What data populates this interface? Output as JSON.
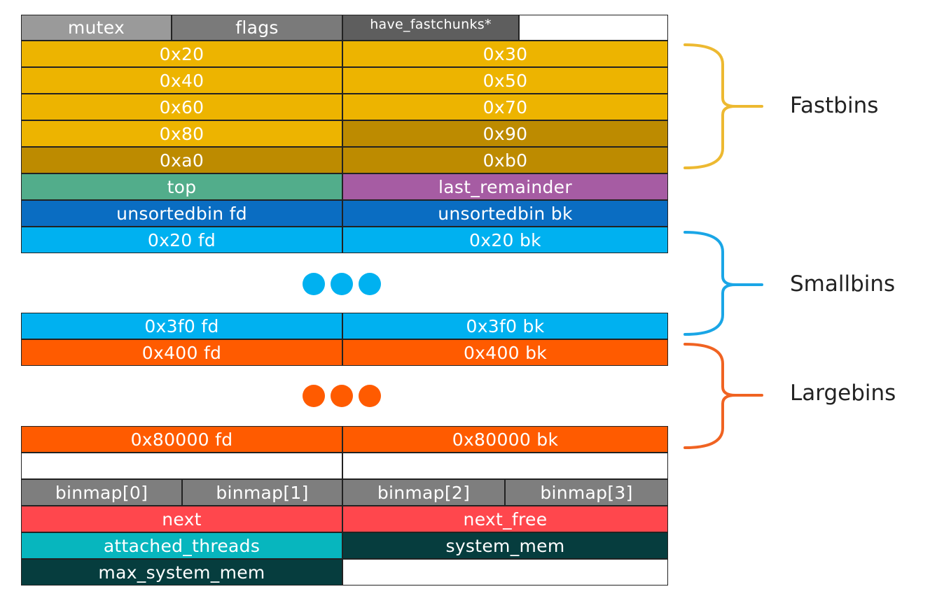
{
  "header": {
    "mutex": "mutex",
    "flags": "flags",
    "have_fastchunks": "have_fastchunks*"
  },
  "fastbins": {
    "label": "Fastbins",
    "rows": [
      [
        "0x20",
        "0x30"
      ],
      [
        "0x40",
        "0x50"
      ],
      [
        "0x60",
        "0x70"
      ],
      [
        "0x80",
        "0x90"
      ],
      [
        "0xa0",
        "0xb0"
      ]
    ]
  },
  "top": "top",
  "last_remainder": "last_remainder",
  "unsorted": {
    "fd": "unsortedbin fd",
    "bk": "unsortedbin bk"
  },
  "smallbins": {
    "label": "Smallbins",
    "first": {
      "fd": "0x20 fd",
      "bk": "0x20 bk"
    },
    "last": {
      "fd": "0x3f0 fd",
      "bk": "0x3f0 bk"
    }
  },
  "largebins": {
    "label": "Largebins",
    "first": {
      "fd": "0x400 fd",
      "bk": "0x400 bk"
    },
    "last": {
      "fd": "0x80000 fd",
      "bk": "0x80000 bk"
    }
  },
  "binmap": [
    "binmap[0]",
    "binmap[1]",
    "binmap[2]",
    "binmap[3]"
  ],
  "next": "next",
  "next_free": "next_free",
  "attached_threads": "attached_threads",
  "system_mem": "system_mem",
  "max_system_mem": "max_system_mem",
  "colors": {
    "fastbin": "#EDB400",
    "fastbin_dark": "#BD8B00",
    "top": "#52AD8B",
    "last_remainder": "#A65CA3",
    "unsorted": "#0A6DC2",
    "smallbin": "#00B1F0",
    "largebin": "#FF5B00",
    "grey": "#7E7E7E",
    "grey_dark": "#5E5E5E",
    "next": "#FF474D",
    "teal": "#07B6BE",
    "dark_teal": "#063D3E",
    "fast_brace": "#EDB931",
    "small_brace": "#1AA6E6",
    "large_brace": "#F06322"
  }
}
